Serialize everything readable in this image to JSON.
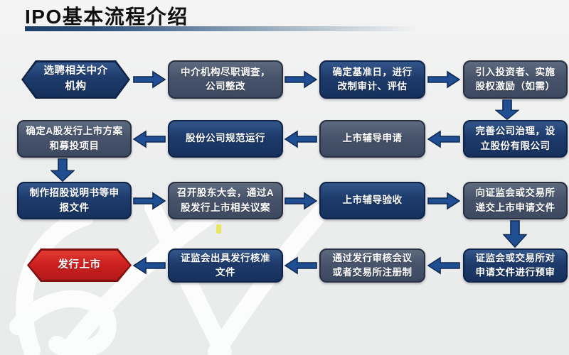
{
  "slide": {
    "title": "IPO基本流程介绍"
  },
  "colors": {
    "background": "#ededed",
    "title_text": "#101010",
    "underline_start": "#1c3e66",
    "navy_box": "#1d3a6b",
    "gray_box": "#47536a",
    "red_box": "#cd2020",
    "arrow": "#1f4e92",
    "box_text": "#ffffff",
    "annotation_mark": "#e9e75f"
  },
  "flow": {
    "row1": [
      {
        "label": "选聘相关中介\n机构",
        "shape": "hexagon",
        "color": "navy"
      },
      {
        "label": "中介机构尽职调查，\n公司整改",
        "shape": "rounded-box",
        "color": "gray"
      },
      {
        "label": "确定基准日，进行\n改制审计、评估",
        "shape": "rounded-box",
        "color": "navy"
      },
      {
        "label": "引入投资者、实施\n股权激励（如需）",
        "shape": "rounded-box",
        "color": "gray"
      }
    ],
    "row2": [
      {
        "label": "确定A股发行上市方案\n和募投项目",
        "shape": "rounded-box",
        "color": "gray"
      },
      {
        "label": "股份公司规范运行",
        "shape": "rounded-box",
        "color": "navy"
      },
      {
        "label": "上市辅导申请",
        "shape": "rounded-box",
        "color": "gray"
      },
      {
        "label": "完善公司治理，设\n立股份有限公司",
        "shape": "rounded-box",
        "color": "navy"
      }
    ],
    "row3": [
      {
        "label": "制作招股说明书等申\n报文件",
        "shape": "rounded-box",
        "color": "navy"
      },
      {
        "label": "召开股东大会，通过A\n股发行上市相关议案",
        "shape": "rounded-box",
        "color": "gray"
      },
      {
        "label": "上市辅导验收",
        "shape": "rounded-box",
        "color": "navy"
      },
      {
        "label": "向证监会或交易所\n递交上市申请文件",
        "shape": "rounded-box",
        "color": "gray"
      }
    ],
    "row4": [
      {
        "label": "发行上市",
        "shape": "hexagon",
        "color": "red"
      },
      {
        "label": "证监会出具发行核准\n文件",
        "shape": "rounded-box",
        "color": "navy"
      },
      {
        "label": "通过发行审核会议\n或者交易所注册制",
        "shape": "rounded-box",
        "color": "gray"
      },
      {
        "label": "证监会或交易所对\n申请文件进行预审",
        "shape": "rounded-box",
        "color": "navy"
      }
    ]
  }
}
